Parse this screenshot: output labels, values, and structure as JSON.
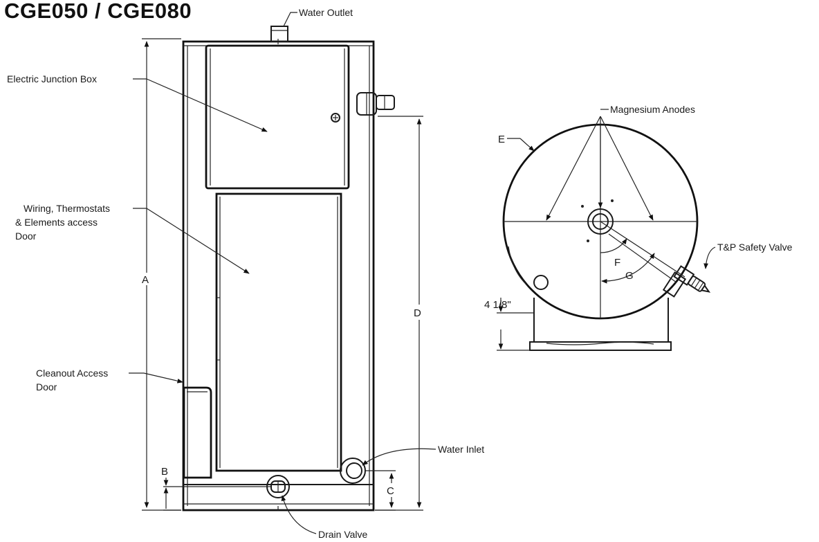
{
  "title": "CGE050 / CGE080",
  "labels": {
    "water_outlet": "Water Outlet",
    "junction_box": "Electric Junction Box",
    "access_door_1": "Wiring, Thermostats",
    "access_door_2": "& Elements access",
    "access_door_3": "Door",
    "cleanout_1": "Cleanout Access",
    "cleanout_2": "Door",
    "water_inlet": "Water Inlet",
    "drain_valve": "Drain Valve",
    "magnesium_anodes": "Magnesium Anodes",
    "tp_valve": "T&P Safety Valve"
  },
  "dimensions": {
    "a": "A",
    "b": "B",
    "c": "C",
    "d": "D",
    "e": "E",
    "f": "F",
    "g": "G",
    "leg_height": "4 1/8\""
  }
}
